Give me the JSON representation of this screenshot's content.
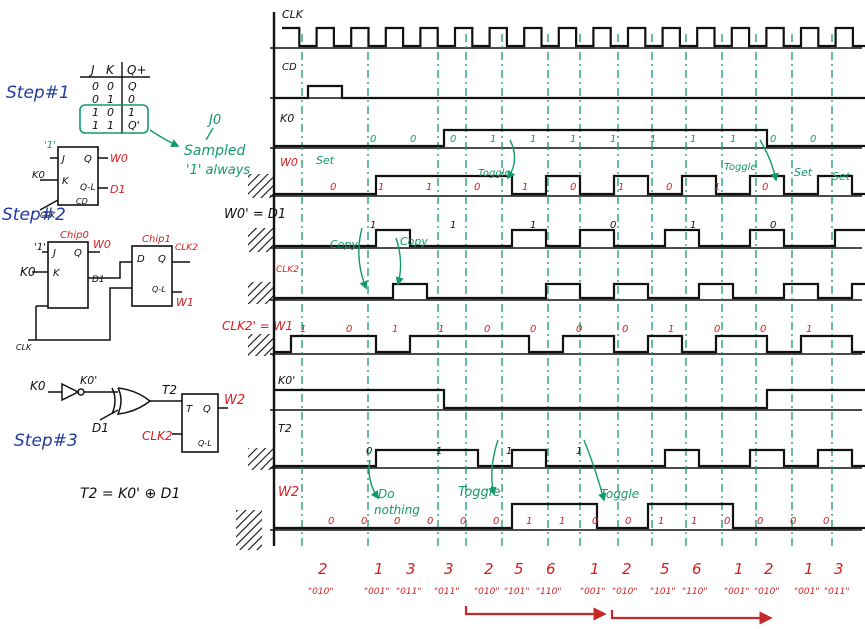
{
  "steps": {
    "step1": "Step#1",
    "step2": "Step#2",
    "step3": "Step#3"
  },
  "truth_table": {
    "headers": [
      "J",
      "K",
      "Q+"
    ],
    "rows": [
      [
        "0",
        "0",
        "Q"
      ],
      [
        "0",
        "1",
        "0"
      ],
      [
        "1",
        "0",
        "1"
      ],
      [
        "1",
        "1",
        "Q'"
      ]
    ]
  },
  "annotations": {
    "j0": "J0",
    "sampled": "Sampled",
    "always": "'1' always",
    "copy": "Copy",
    "set": "Set",
    "toggle": "Toggle",
    "do": "Do",
    "nothing": "nothing",
    "equation": "T2 = K0' ⊕ D1"
  },
  "circuit": {
    "one": "'1'",
    "k0": "K0",
    "clk": "CLK",
    "j": "J",
    "k": "K",
    "q": "Q",
    "ql": "Q-L",
    "cd": "CD",
    "w0": "W0",
    "d1": "D1",
    "chip0": "Chip0",
    "chip1": "Chip1",
    "d": "D",
    "clk2": "CLK2",
    "w1": "W1",
    "k0p": "K0'",
    "t2": "T2",
    "t": "T",
    "w2": "W2"
  },
  "signals": [
    "CLK",
    "CD",
    "K0",
    "W0",
    "W0' = D1",
    "CLK2",
    "CLK2' = W1",
    "K0'",
    "T2",
    "W2"
  ],
  "timing_labels": {
    "w0": [
      "0",
      "1",
      "1",
      "0",
      "1",
      "0",
      "1",
      "0",
      "1",
      "0"
    ],
    "d1": [
      "1",
      "1",
      "1",
      "0",
      "1",
      "0"
    ],
    "w1": [
      "1",
      "0",
      "1",
      "1",
      "0",
      "0",
      "0",
      "0",
      "1",
      "0",
      "0",
      "1"
    ],
    "t2": [
      "0",
      "1",
      "1",
      "1"
    ],
    "w2": [
      "0",
      "0",
      "0",
      "0",
      "0",
      "0",
      "1",
      "1",
      "0",
      "0",
      "1",
      "1",
      "0",
      "0",
      "0",
      "0"
    ],
    "k0": [
      "0",
      "0",
      "0",
      "1",
      "1",
      "1",
      "1",
      "1",
      "1",
      "1",
      "0",
      "0"
    ]
  },
  "state_numbers": [
    "2",
    "1",
    "3",
    "3",
    "2",
    "5",
    "6",
    "1",
    "2",
    "5",
    "6",
    "1",
    "2",
    "1",
    "3"
  ],
  "state_codes": [
    "\"010\"",
    "\"001\"",
    "\"011\"",
    "\"011\"",
    "\"010\"",
    "\"101\"",
    "\"110\"",
    "\"001\"",
    "\"010\"",
    "\"101\"",
    "\"110\"",
    "\"001\"",
    "\"010\"",
    "\"001\"",
    "\"011\""
  ],
  "colors": {
    "blue": "#1f3a9e",
    "red": "#d62020",
    "green": "#139a6a",
    "ink": "#111111"
  }
}
